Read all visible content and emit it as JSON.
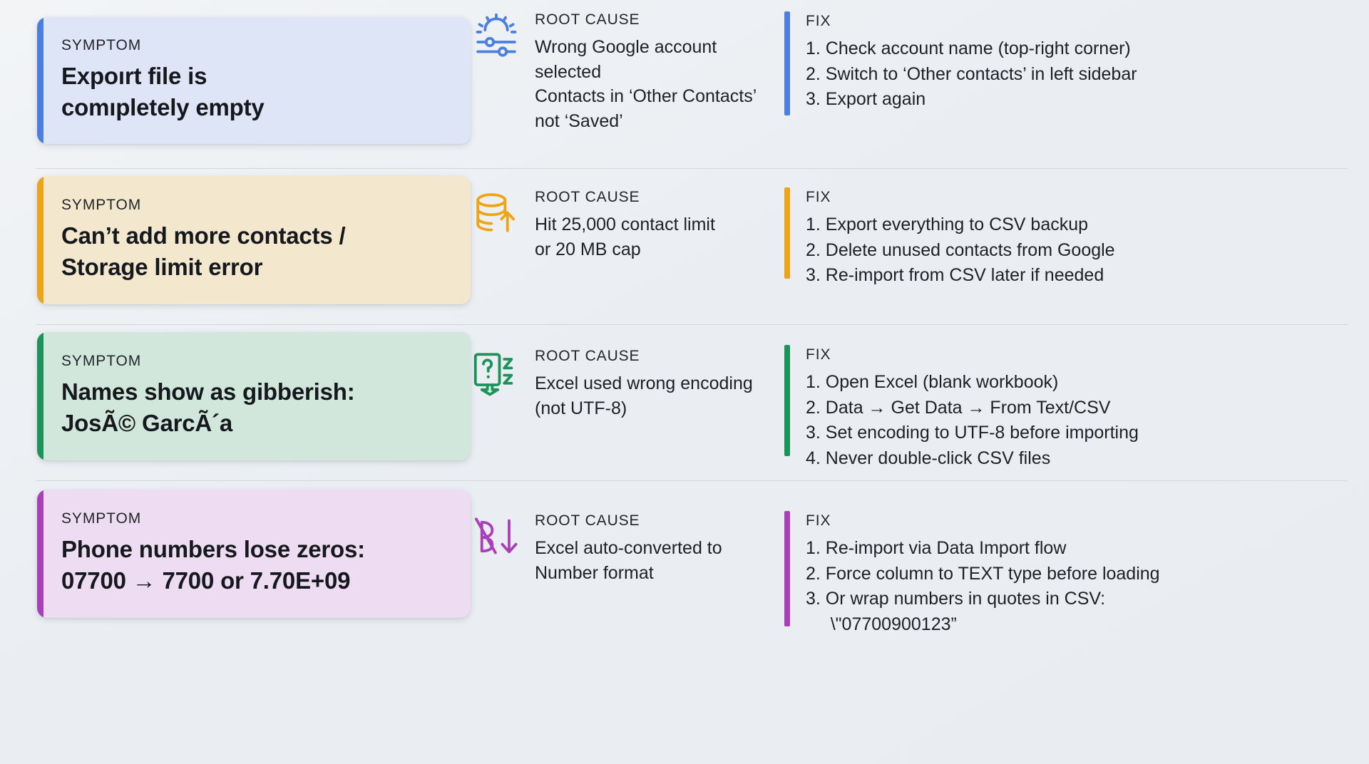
{
  "labels": {
    "symptom": "SYMPTOM",
    "root_cause": "ROOT CAUSE",
    "fix": "FIX"
  },
  "colors": {
    "background": "#eef1f4",
    "divider": "#d2d7dc",
    "blue_accent": "#4a7fe0",
    "blue_card": "#dde5f7",
    "amber_accent": "#eda517",
    "amber_card": "#f3e8cd",
    "green_accent": "#1a9458",
    "green_card": "#d2e7dc",
    "purple_accent": "#a940ba",
    "purple_card": "#eedcf2"
  },
  "rows": [
    {
      "accent": "#4a7fe0",
      "card_bg": "#dde5f7",
      "symptom_lines": [
        "Expoırt file is",
        "comıpletely empty"
      ],
      "icon": "settings-sliders-icon",
      "root_cause_lines": [
        "Wrong Google account selected",
        "Contacts in ‘Other Contacts’",
        "not ‘Saved’"
      ],
      "fix_steps": [
        "1. Check account name (top-right corner)",
        "2. Switch to ‘Other contacts’ in left sidebar",
        "3. Export again"
      ]
    },
    {
      "accent": "#eda517",
      "card_bg": "#f3e8cd",
      "symptom_lines": [
        "Can’t add more contacts /",
        "Storage limit error"
      ],
      "icon": "database-upload-icon",
      "root_cause_lines": [
        "Hit 25,000 contact limit",
        "or 20 MB cap"
      ],
      "fix_steps": [
        "1. Export everything to CSV backup",
        "2. Delete unused contacts from Google",
        "3. Re-import from CSV later if needed"
      ]
    },
    {
      "accent": "#1a9458",
      "card_bg": "#d2e7dc",
      "symptom_lines": [
        "Names show as gibberish:",
        "JosÃ© GarcÃ´a"
      ],
      "icon": "unknown-character-icon",
      "root_cause_lines": [
        "Excel used wrong encoding",
        "(not UTF-8)"
      ],
      "fix_steps": [
        "1. Open Excel (blank workbook)",
        "2. Data → Get Data → From Text/CSV",
        "3. Set encoding to UTF-8 before importing",
        "4. Never double-click CSV files"
      ]
    },
    {
      "accent": "#a940ba",
      "card_bg": "#eedcf2",
      "symptom_lines": [
        "Phone numbers lose zeros:",
        "07700 → 7700 or 7.70E+09"
      ],
      "icon": "number-convert-down-icon",
      "root_cause_lines": [
        "Excel auto-converted to",
        "Number format"
      ],
      "fix_steps": [
        "1. Re-import via Data Import flow",
        "2. Force column to TEXT type before loading",
        "3. Or wrap numbers in quotes in CSV:\n     \\\"07700900123”"
      ]
    }
  ]
}
